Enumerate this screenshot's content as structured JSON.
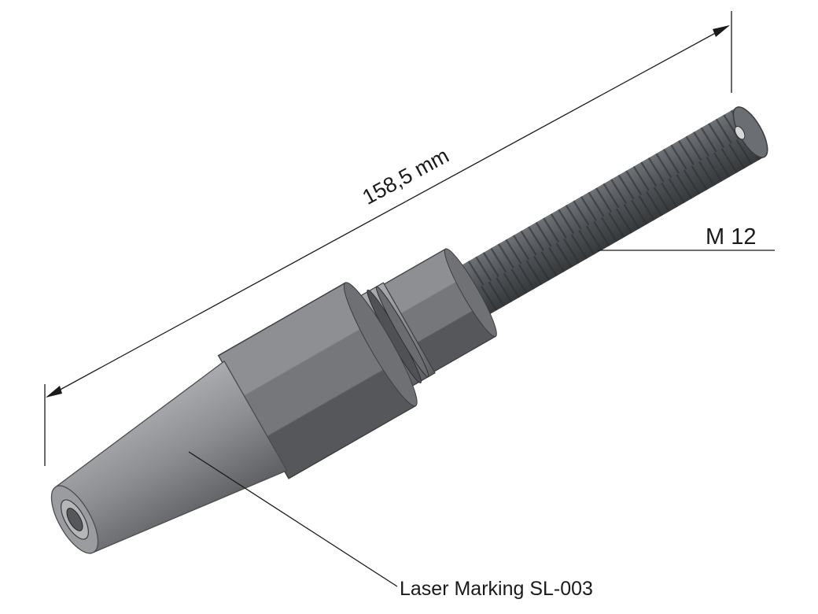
{
  "dimensions": {
    "length_label": "158,5 mm",
    "thread_label": "M 12",
    "marking_label": "Laser Marking SL-003"
  },
  "colors": {
    "body": "#7d7f82",
    "thread": "#55585c",
    "line": "#1a1a1a"
  }
}
